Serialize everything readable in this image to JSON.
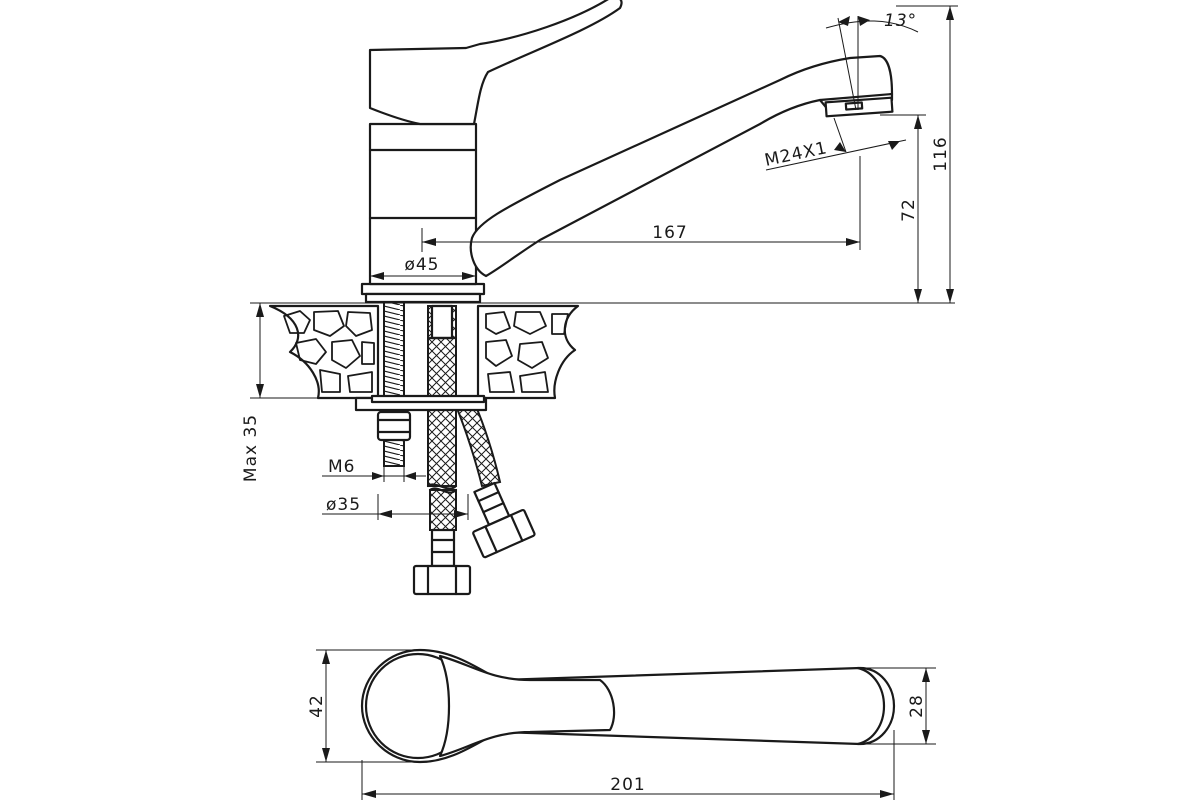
{
  "dimensions": {
    "angle_spout": "13°",
    "thread_spout": "M24X1",
    "reach": "167",
    "spout_height": "72",
    "total_height": "116",
    "body_diameter": "ø45",
    "max_thickness": "Max 35",
    "stud_thread": "M6",
    "hole_diameter": "ø35",
    "top_width": "42",
    "spout_width": "28",
    "total_length": "201"
  }
}
